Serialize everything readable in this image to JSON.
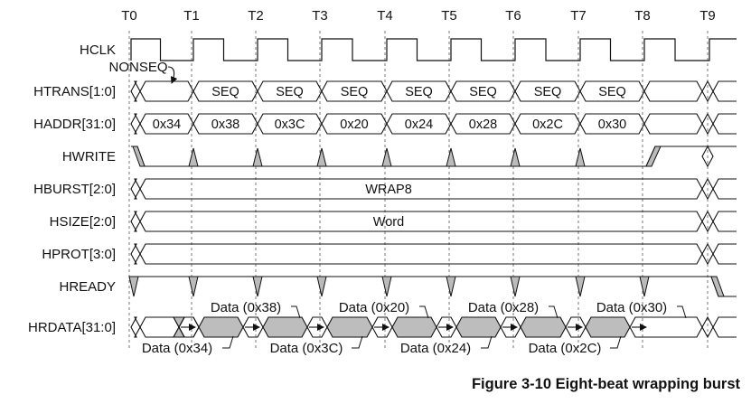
{
  "time_labels": [
    "T0",
    "T1",
    "T2",
    "T3",
    "T4",
    "T5",
    "T6",
    "T7",
    "T8",
    "T9"
  ],
  "signals": {
    "hclk": "HCLK",
    "htrans": "HTRANS[1:0]",
    "haddr": "HADDR[31:0]",
    "hwrite": "HWRITE",
    "hburst": "HBURST[2:0]",
    "hsize": "HSIZE[2:0]",
    "hprot": "HPROT[3:0]",
    "hready": "HREADY",
    "hrdata": "HRDATA[31:0]"
  },
  "htrans_first": "NONSEQ",
  "htrans_values": [
    "SEQ",
    "SEQ",
    "SEQ",
    "SEQ",
    "SEQ",
    "SEQ",
    "SEQ"
  ],
  "haddr_values": [
    "0x34",
    "0x38",
    "0x3C",
    "0x20",
    "0x24",
    "0x28",
    "0x2C",
    "0x30"
  ],
  "hburst_value": "WRAP8",
  "hsize_value": "Word",
  "hrdata_labels_top": [
    "Data (0x38)",
    "Data (0x20)",
    "Data (0x28)",
    "Data (0x30)"
  ],
  "hrdata_labels_bottom": [
    "Data (0x34)",
    "Data (0x3C)",
    "Data (0x24)",
    "Data (0x2C)"
  ],
  "caption": "Figure 3-10 Eight-beat wrapping burst"
}
